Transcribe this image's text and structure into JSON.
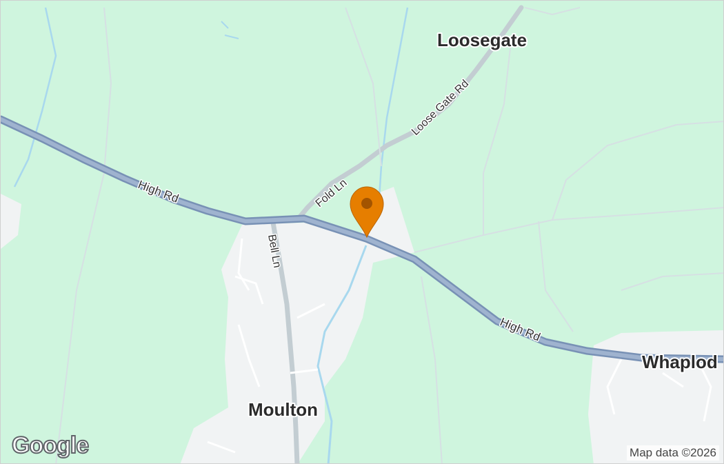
{
  "map": {
    "places": [
      {
        "id": "loosegate",
        "name": "Loosegate"
      },
      {
        "id": "moulton",
        "name": "Moulton"
      },
      {
        "id": "whaplode",
        "name": "Whaplod"
      }
    ],
    "roads": [
      {
        "id": "high-rd-west",
        "name": "High Rd"
      },
      {
        "id": "high-rd-east",
        "name": "High Rd"
      },
      {
        "id": "fold-ln",
        "name": "Fold Ln"
      },
      {
        "id": "loose-gate-rd",
        "name": "Loose Gate Rd"
      },
      {
        "id": "bell-ln",
        "name": "Bell Ln"
      }
    ],
    "marker": {
      "icon": "map-pin-icon",
      "color": "#e67e00"
    },
    "logo": "Google",
    "attribution": "Map data ©2026",
    "colors": {
      "land": "#cff5de",
      "urban": "#f1f3f4",
      "major_road": "#8aa0bf",
      "minor_road": "#c3cdd2",
      "water": "#a8d8ee"
    }
  }
}
